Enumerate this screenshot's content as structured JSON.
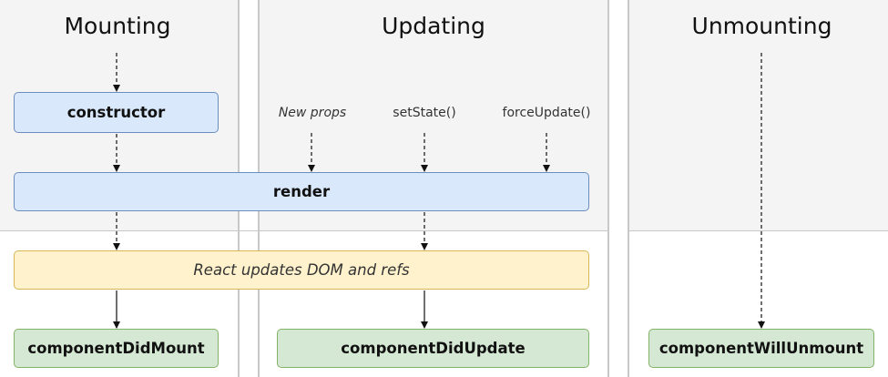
{
  "columns": {
    "mounting": {
      "title": "Mounting"
    },
    "updating": {
      "title": "Updating"
    },
    "unmounting": {
      "title": "Unmounting"
    }
  },
  "triggers": {
    "new_props": "New props",
    "set_state": "setState()",
    "force_update": "forceUpdate()"
  },
  "boxes": {
    "constructor": "constructor",
    "render": "render",
    "dom_update": "React updates DOM and refs",
    "did_mount": "componentDidMount",
    "did_update": "componentDidUpdate",
    "will_unmount": "componentWillUnmount"
  },
  "colors": {
    "column_bg": "#f4f4f4",
    "divider": "#c8c8c8",
    "blue_fill": "#dae8fc",
    "blue_border": "#6c8ebf",
    "yellow_fill": "#fff2cc",
    "yellow_border": "#d6b656",
    "green_fill": "#d5e8d4",
    "green_border": "#82b366"
  }
}
